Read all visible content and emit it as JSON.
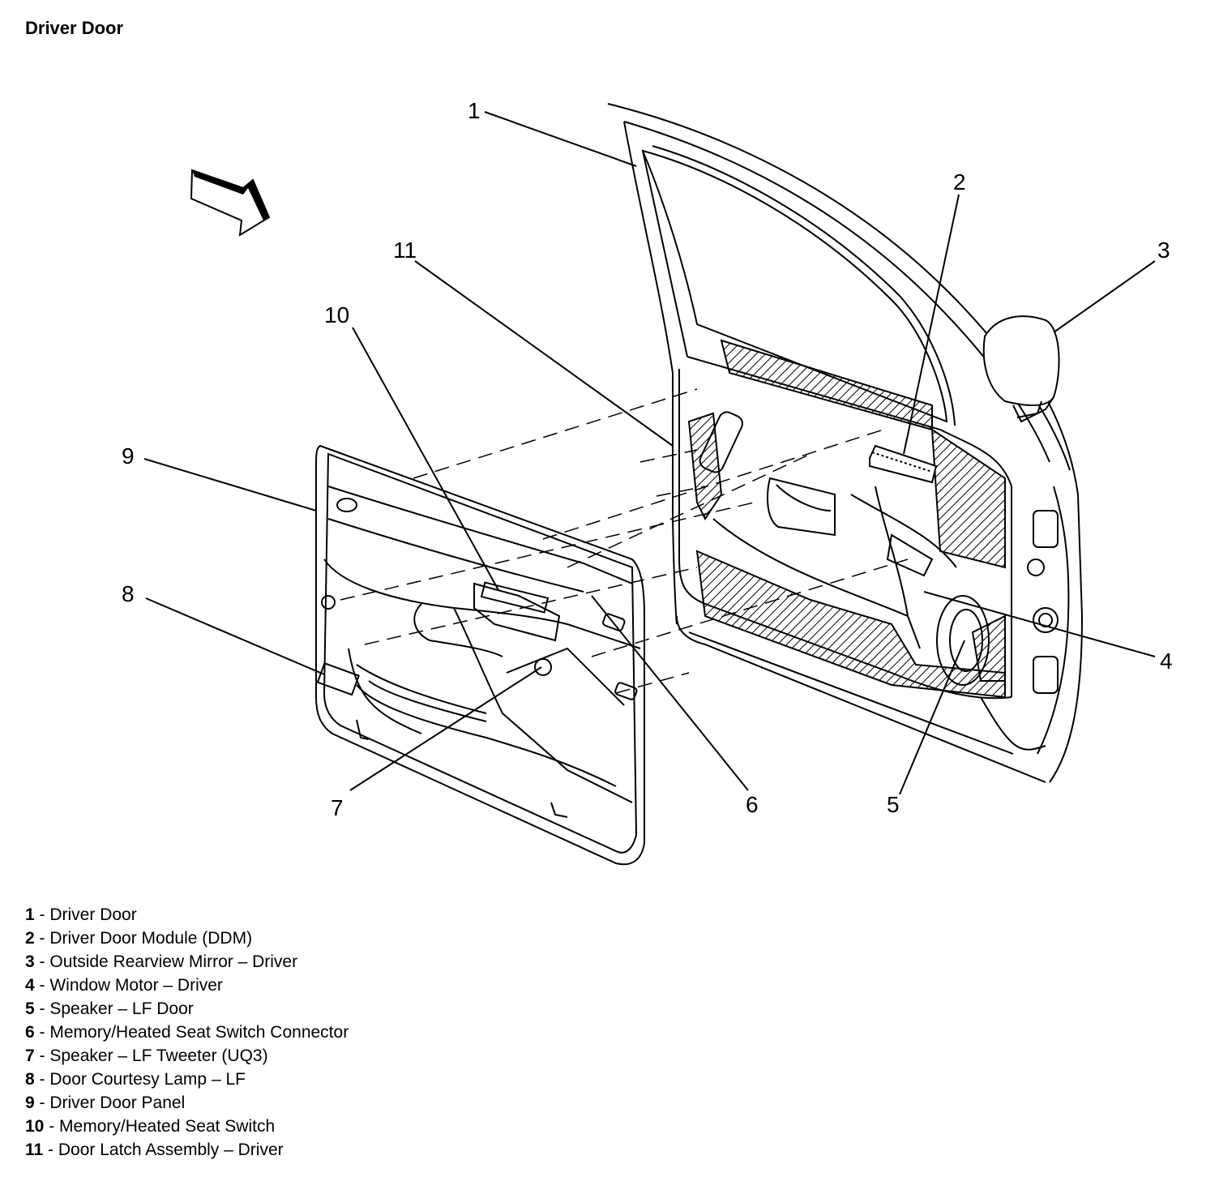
{
  "title": "Driver Door",
  "callouts": [
    {
      "id": "1",
      "label": "1"
    },
    {
      "id": "2",
      "label": "2"
    },
    {
      "id": "3",
      "label": "3"
    },
    {
      "id": "4",
      "label": "4"
    },
    {
      "id": "5",
      "label": "5"
    },
    {
      "id": "6",
      "label": "6"
    },
    {
      "id": "7",
      "label": "7"
    },
    {
      "id": "8",
      "label": "8"
    },
    {
      "id": "9",
      "label": "9"
    },
    {
      "id": "10",
      "label": "10"
    },
    {
      "id": "11",
      "label": "11"
    }
  ],
  "legend": [
    {
      "num": "1",
      "sep": " - ",
      "text": "Driver Door"
    },
    {
      "num": "2",
      "sep": " - ",
      "text": "Driver Door Module (DDM)"
    },
    {
      "num": "3",
      "sep": " - ",
      "text": "Outside Rearview Mirror – Driver"
    },
    {
      "num": "4",
      "sep": " - ",
      "text": "Window Motor – Driver"
    },
    {
      "num": "5",
      "sep": " - ",
      "text": "Speaker – LF Door"
    },
    {
      "num": "6",
      "sep": " - ",
      "text": "Memory/Heated Seat Switch Connector"
    },
    {
      "num": "7",
      "sep": " - ",
      "text": "Speaker – LF Tweeter (UQ3)"
    },
    {
      "num": "8",
      "sep": " - ",
      "text": "Door Courtesy Lamp – LF"
    },
    {
      "num": "9",
      "sep": " - ",
      "text": "Driver Door Panel"
    },
    {
      "num": "10",
      "sep": " - ",
      "text": "Memory/Heated Seat Switch"
    },
    {
      "num": "11",
      "sep": " - ",
      "text": "Door Latch Assembly – Driver"
    }
  ]
}
